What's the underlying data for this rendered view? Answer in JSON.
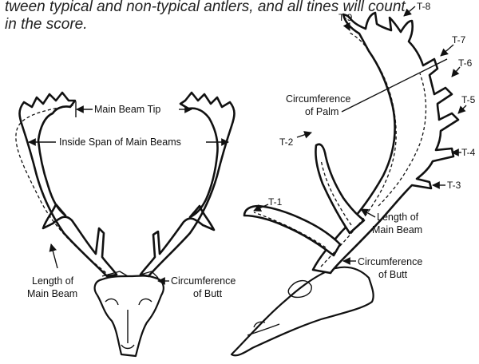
{
  "intro": {
    "line1": "tween typical and non-typical antlers, and all tines will count",
    "line2": "in the score."
  },
  "left_diagram": {
    "labels": {
      "main_beam_tip": "Main Beam Tip",
      "inside_span": "Inside Span of Main Beams",
      "length_main_beam_1": "Length of",
      "length_main_beam_2": "Main Beam",
      "circ_butt_1": "Circumference",
      "circ_butt_2": "of Butt"
    }
  },
  "right_diagram": {
    "labels": {
      "circ_palm_1": "Circumference",
      "circ_palm_2": "of Palm",
      "length_main_beam_1": "Length of",
      "length_main_beam_2": "Main Beam",
      "circ_butt_1": "Circumference",
      "circ_butt_2": "of Butt"
    },
    "tines": [
      "T-1",
      "T-2",
      "T-3",
      "T-4",
      "T-5",
      "T-6",
      "T-7",
      "T-8",
      "T-9"
    ]
  }
}
